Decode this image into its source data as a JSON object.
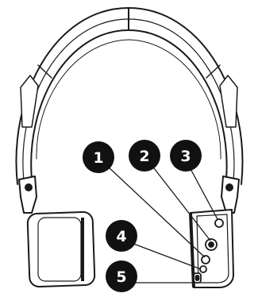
{
  "diagram": {
    "subject": "headphones-side-controls",
    "line_color": "#1a1a1a",
    "fill_color": "#ffffff",
    "callout_color": "#111111",
    "callouts": [
      {
        "label": "1"
      },
      {
        "label": "2"
      },
      {
        "label": "3"
      },
      {
        "label": "4"
      },
      {
        "label": "5"
      }
    ]
  }
}
